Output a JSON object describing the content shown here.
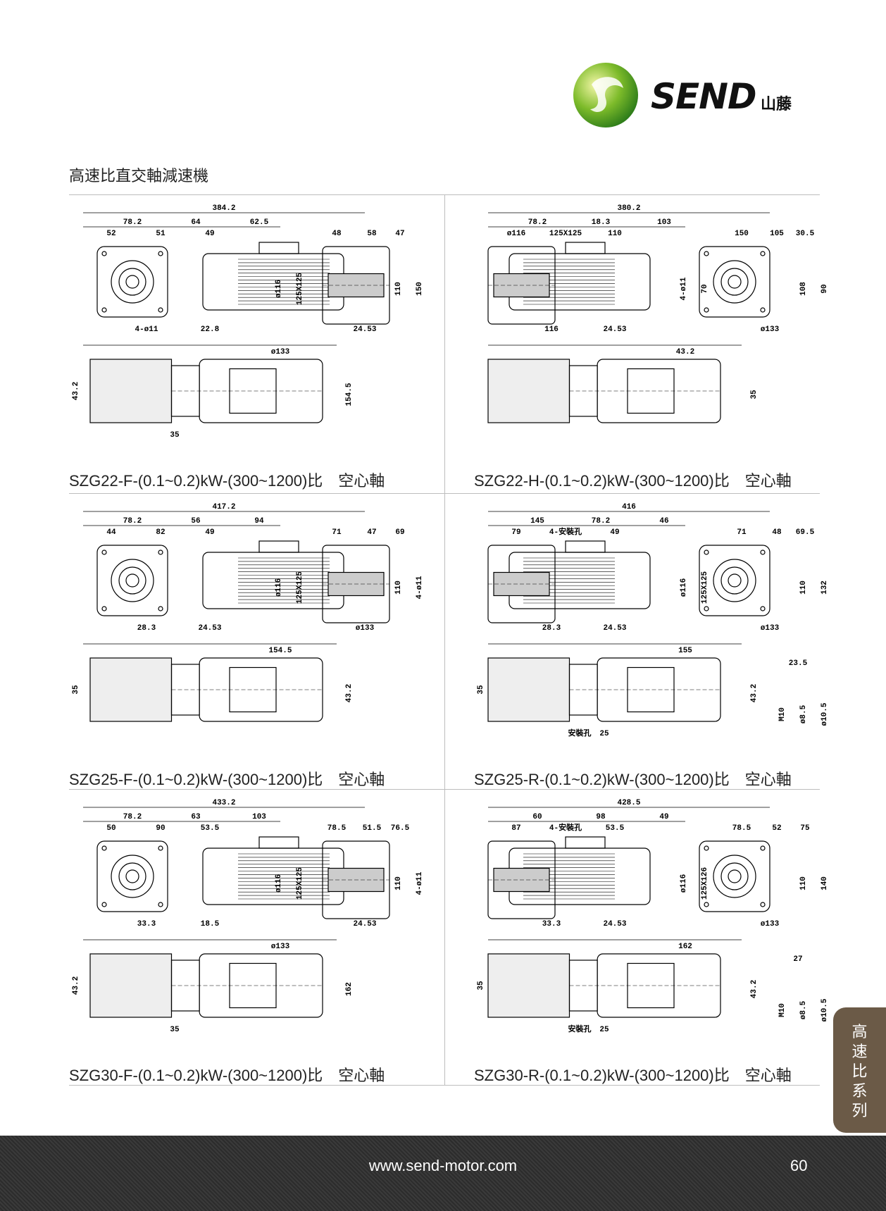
{
  "brand": {
    "wordmark": "SEND",
    "cn_name": "山藤"
  },
  "section_title": "高速比直交軸減速機",
  "cells": [
    {
      "caption": "SZG22-F-(0.1~0.2)kW-(300~1200)比　空心軸",
      "dims": [
        "384.2",
        "78.2",
        "64",
        "62.5",
        "52",
        "51",
        "49",
        "48",
        "58",
        "47",
        "ø116",
        "125X125",
        "110",
        "150",
        "4-ø11",
        "22.8",
        "24.53",
        "ø133",
        "154.5",
        "43.2",
        "35"
      ]
    },
    {
      "caption": "SZG22-H-(0.1~0.2)kW-(300~1200)比　空心軸",
      "dims": [
        "380.2",
        "78.2",
        "18.3",
        "103",
        "ø116",
        "125X125",
        "110",
        "150",
        "105",
        "30.5",
        "4-ø11",
        "70",
        "108",
        "90",
        "116",
        "24.53",
        "ø133",
        "43.2",
        "35"
      ]
    },
    {
      "caption": "SZG25-F-(0.1~0.2)kW-(300~1200)比　空心軸",
      "dims": [
        "417.2",
        "78.2",
        "56",
        "94",
        "44",
        "82",
        "49",
        "71",
        "47",
        "69",
        "ø116",
        "125X125",
        "110",
        "4-ø11",
        "28.3",
        "24.53",
        "ø133",
        "154.5",
        "43.2",
        "35"
      ]
    },
    {
      "caption": "SZG25-R-(0.1~0.2)kW-(300~1200)比　空心軸",
      "dims": [
        "416",
        "145",
        "78.2",
        "46",
        "79",
        "4-安裝孔",
        "49",
        "71",
        "48",
        "69.5",
        "ø116",
        "125X125",
        "110",
        "132",
        "28.3",
        "24.53",
        "ø133",
        "155",
        "43.2",
        "35",
        "安裝孔",
        "25",
        "23.5",
        "M10",
        "ø8.5",
        "ø10.5"
      ]
    },
    {
      "caption": "SZG30-F-(0.1~0.2)kW-(300~1200)比　空心軸",
      "dims": [
        "433.2",
        "78.2",
        "63",
        "103",
        "50",
        "90",
        "53.5",
        "78.5",
        "51.5",
        "76.5",
        "ø116",
        "125X125",
        "110",
        "4-ø11",
        "33.3",
        "18.5",
        "24.53",
        "ø133",
        "162",
        "43.2",
        "35"
      ]
    },
    {
      "caption": "SZG30-R-(0.1~0.2)kW-(300~1200)比　空心軸",
      "dims": [
        "428.5",
        "60",
        "98",
        "49",
        "87",
        "4-安裝孔",
        "53.5",
        "78.5",
        "52",
        "75",
        "ø116",
        "125X126",
        "110",
        "140",
        "33.3",
        "24.53",
        "ø133",
        "162",
        "43.2",
        "35",
        "安裝孔",
        "25",
        "27",
        "M10",
        "ø8.5",
        "ø10.5"
      ]
    }
  ],
  "side_tab": {
    "label": "高速比系列"
  },
  "footer": {
    "url": "www.send-motor.com",
    "page_number": "60"
  }
}
